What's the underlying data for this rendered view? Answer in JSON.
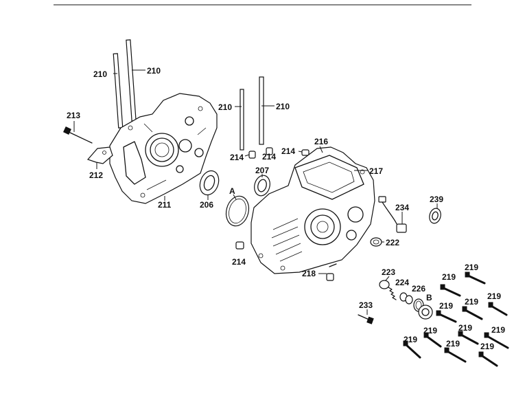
{
  "diagram": {
    "labels": [
      {
        "id": "l1",
        "text": "210"
      },
      {
        "id": "l2",
        "text": "210"
      },
      {
        "id": "l3",
        "text": "210"
      },
      {
        "id": "l4",
        "text": "210"
      },
      {
        "id": "l5",
        "text": "213"
      },
      {
        "id": "l6",
        "text": "212"
      },
      {
        "id": "l7",
        "text": "211"
      },
      {
        "id": "l8",
        "text": "206"
      },
      {
        "id": "l9",
        "text": "214"
      },
      {
        "id": "l10",
        "text": "214"
      },
      {
        "id": "l11",
        "text": "214"
      },
      {
        "id": "l12",
        "text": "216"
      },
      {
        "id": "l13",
        "text": "207"
      },
      {
        "id": "l14",
        "text": "217"
      },
      {
        "id": "l15",
        "text": "A"
      },
      {
        "id": "l16",
        "text": "214"
      },
      {
        "id": "l17",
        "text": "234"
      },
      {
        "id": "l18",
        "text": "239"
      },
      {
        "id": "l19",
        "text": "222"
      },
      {
        "id": "l20",
        "text": "218"
      },
      {
        "id": "l21",
        "text": "223"
      },
      {
        "id": "l22",
        "text": "224"
      },
      {
        "id": "l23",
        "text": "226"
      },
      {
        "id": "l24",
        "text": "B"
      },
      {
        "id": "l25",
        "text": "233"
      },
      {
        "id": "l26",
        "text": "219"
      },
      {
        "id": "l27",
        "text": "219"
      },
      {
        "id": "l28",
        "text": "219"
      },
      {
        "id": "l29",
        "text": "219"
      },
      {
        "id": "l30",
        "text": "219"
      },
      {
        "id": "l31",
        "text": "219"
      },
      {
        "id": "l32",
        "text": "219"
      },
      {
        "id": "l33",
        "text": "219"
      },
      {
        "id": "l34",
        "text": "219"
      },
      {
        "id": "l35",
        "text": "219"
      },
      {
        "id": "l36",
        "text": "219"
      }
    ]
  }
}
